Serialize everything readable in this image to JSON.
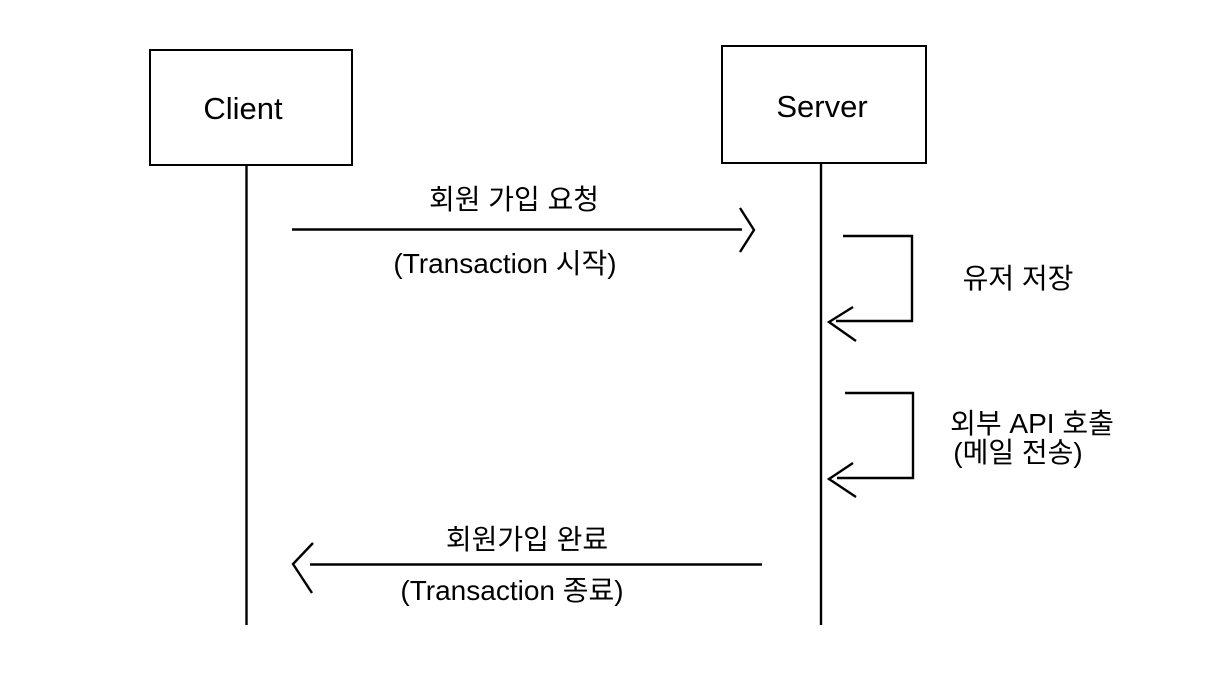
{
  "colors": {
    "background": "#ffffff",
    "line": "#000000",
    "text": "#000000"
  },
  "actors": [
    {
      "id": "client",
      "label": "Client"
    },
    {
      "id": "server",
      "label": "Server"
    }
  ],
  "messages": [
    {
      "from": "client",
      "to": "server",
      "label": "회원 가입 요청",
      "sublabel": "(Transaction 시작)",
      "kind": "message-arrow-right"
    },
    {
      "from": "server",
      "to": "server",
      "label": "유저 저장",
      "sublabel": "",
      "kind": "self-loop"
    },
    {
      "from": "server",
      "to": "server",
      "label": "외부 API 호출",
      "sublabel": "(메일 전송)",
      "kind": "self-loop"
    },
    {
      "from": "server",
      "to": "client",
      "label": "회원가입 완료",
      "sublabel": "(Transaction 종료)",
      "kind": "message-arrow-left"
    }
  ]
}
